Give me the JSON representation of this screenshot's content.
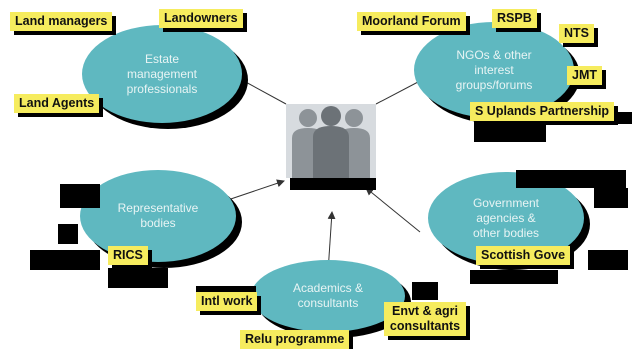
{
  "center": {
    "icon": "people-group-icon"
  },
  "groups": {
    "estate": {
      "label_lines": [
        "Estate",
        "management",
        "professionals"
      ]
    },
    "ngos": {
      "label_lines": [
        "NGOs & other",
        "interest",
        "groups/forums"
      ]
    },
    "rep": {
      "label_lines": [
        "Representative",
        "bodies"
      ]
    },
    "gov": {
      "label_lines": [
        "Government",
        "agencies &",
        "other bodies"
      ]
    },
    "academic": {
      "label_lines": [
        "Academics &",
        "consultants"
      ]
    }
  },
  "tags": {
    "land_managers": "Land managers",
    "landowners": "Landowners",
    "land_agents": "Land Agents",
    "moorland_forum": "Moorland Forum",
    "rspb": "RSPB",
    "nts": "NTS",
    "jmt": "JMT",
    "s_uplands": "S Uplands Partnership",
    "rics": "RICS",
    "scottish_gov": "Scottish Gove",
    "intl_work": "Intl work",
    "envt_consultants": "Envt & agri consultants",
    "relu_programme": "Relu programme"
  },
  "colors": {
    "ellipse": "#5fb8c0",
    "tag": "#f6ec5e",
    "shadow": "#000000"
  }
}
